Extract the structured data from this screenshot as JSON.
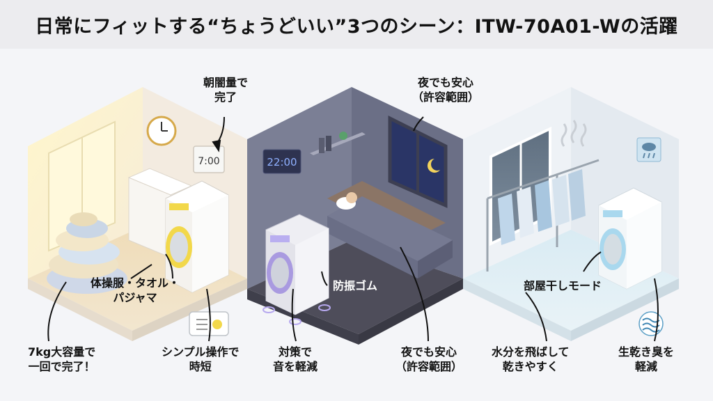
{
  "header": {
    "title": "日常にフィットする“ちょうどいい”3つのシーン：ITW-70A01-Wの活躍"
  },
  "room1": {
    "clock_time": "7:00",
    "label_morning": [
      "朝闇量で",
      "完了"
    ],
    "label_clothes": [
      "体操服・タオル・",
      "パジャマ"
    ],
    "label_capacity": [
      "7kg大容量で",
      "一回で完了！"
    ],
    "label_operation": [
      "シンプル操作で",
      "時短"
    ]
  },
  "room2": {
    "clock_time": "22:00",
    "label_night_top": [
      "夜でも安心",
      "（許容範囲）"
    ],
    "label_rubber": "防振ゴム",
    "label_noise": [
      "対策で",
      "音を軽減"
    ],
    "label_night_bottom": [
      "夜でも安心",
      "（許容範囲）"
    ]
  },
  "room3": {
    "label_mode": "部屋干しモード",
    "label_dry": [
      "水分を飛ばして",
      "乾きやすく"
    ],
    "label_odor": [
      "生乾き臭を",
      "軽減"
    ]
  },
  "colors": {
    "accent_yellow": "#f2d84a",
    "accent_purple": "#a99ae0",
    "accent_blue": "#a9d8ee",
    "night_wall": "#6b6f86"
  }
}
